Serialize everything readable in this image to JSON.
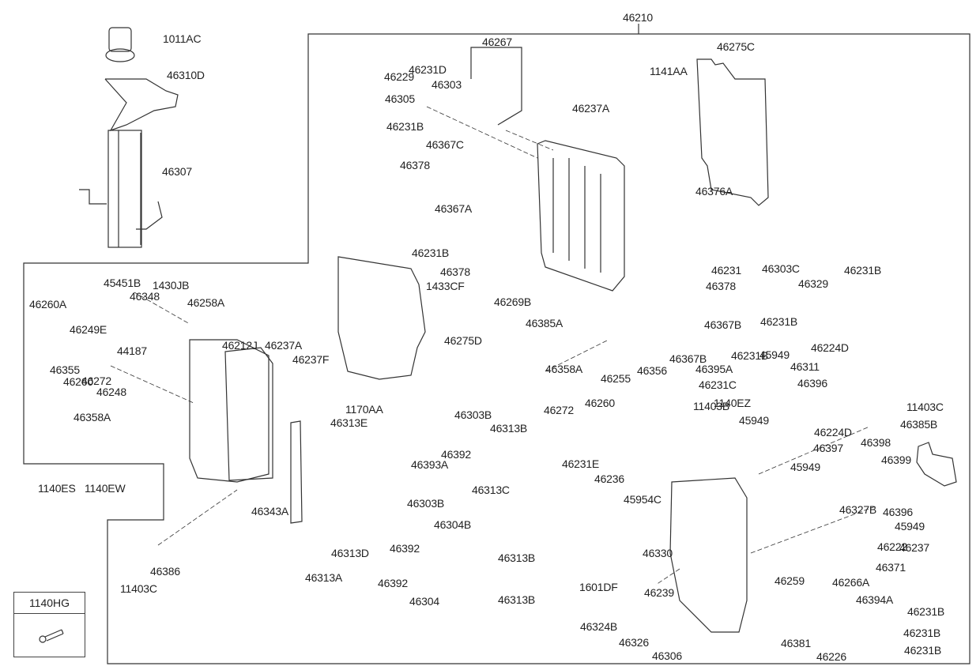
{
  "diagram": {
    "title": "Automatic Transmission Valve Body Assembly - Exploded Parts Diagram",
    "assembly_label": "46210",
    "legend": {
      "part": "1140HG",
      "icon": "bolt-icon"
    },
    "labels": [
      "1011AC",
      "46310D",
      "46307",
      "46229",
      "46231D",
      "46305",
      "46303",
      "46267",
      "46231B",
      "46367C",
      "46378",
      "46237A",
      "46367A",
      "46231B",
      "46378",
      "1433CF",
      "46269B",
      "46385A",
      "46275C",
      "1141AA",
      "46376A",
      "46231",
      "46303C",
      "46329",
      "46231B",
      "46378",
      "46367B",
      "46231B",
      "46367B",
      "46395A",
      "46231B",
      "46231C",
      "46356",
      "46255",
      "46358A",
      "46272",
      "46260",
      "45451B",
      "1430JB",
      "46348",
      "46258A",
      "46260A",
      "46249E",
      "46355",
      "44187",
      "46248",
      "46260",
      "46272",
      "46358A",
      "46212J",
      "46237A",
      "46237F",
      "46275D",
      "1170AA",
      "46313E",
      "46303B",
      "46313B",
      "46392",
      "46393A",
      "46313C",
      "46303B",
      "46304B",
      "46392",
      "46313B",
      "46392",
      "46304",
      "46313B",
      "46343A",
      "46313D",
      "46313A",
      "1140ES",
      "1140EW",
      "46386",
      "11403C",
      "46231E",
      "46236",
      "45954C",
      "11403B",
      "1140EZ",
      "45949",
      "46311",
      "46224D",
      "46396",
      "45949",
      "46224D",
      "46397",
      "46398",
      "46399",
      "45949",
      "46327B",
      "46396",
      "45949",
      "46385B",
      "11403C",
      "46259",
      "46222",
      "46237",
      "46371",
      "46231B",
      "46266A",
      "46394A",
      "46231B",
      "46231B",
      "46330",
      "1601DF",
      "46239",
      "46324B",
      "46326",
      "46306",
      "46381",
      "46226"
    ]
  }
}
